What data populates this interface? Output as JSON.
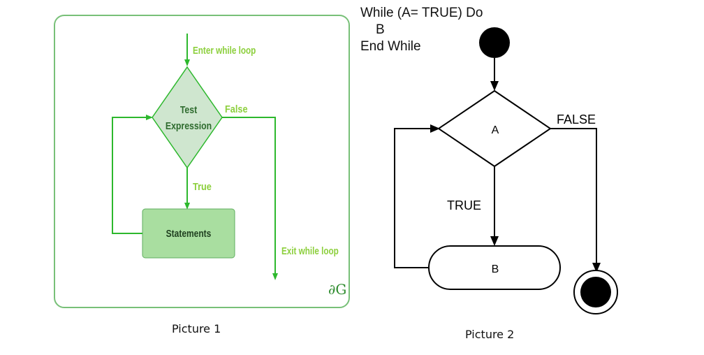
{
  "picture1": {
    "caption": "Picture 1",
    "enter_label": "Enter while loop",
    "test_label_line1": "Test",
    "test_label_line2": "Expression",
    "false_label": "False",
    "true_label": "True",
    "statements_label": "Statements",
    "exit_label": "Exit while loop",
    "logo_text": "∂G",
    "colors": {
      "line": "#2db82d",
      "label": "#8ccf3c",
      "diamond_fill": "#cfe6cf",
      "box_fill": "#a9dea0",
      "text": "#2e6b2e",
      "frame": "#78c078"
    }
  },
  "picture2": {
    "caption": "Picture 2",
    "pseudocode": [
      "While (A= TRUE) Do",
      "B",
      "End While"
    ],
    "decision_label": "A",
    "action_label": "B",
    "false_label": "FALSE",
    "true_label": "TRUE"
  }
}
